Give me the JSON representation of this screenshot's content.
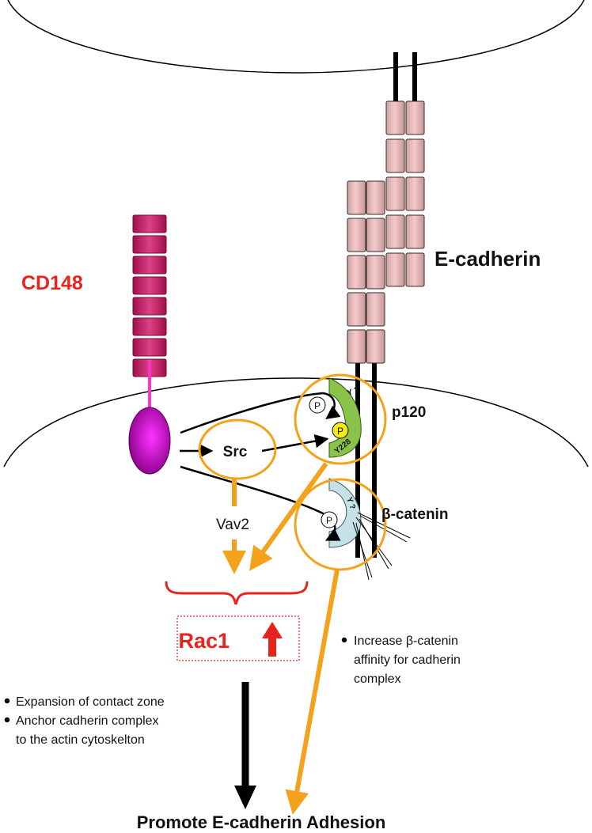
{
  "labels": {
    "cd148": "CD148",
    "ecadherin": "E-cadherin",
    "p120": "p120",
    "beta_catenin": "β-catenin",
    "src": "Src",
    "vav2": "Vav2",
    "rac1": "Rac1",
    "promote": "Promote E-cadherin Adhesion",
    "phospho": "P",
    "y_unknown": "Y ?",
    "y228": "Y228"
  },
  "notes": {
    "expansion": "Expansion of contact zone",
    "anchor_line1": "Anchor cadherin complex",
    "anchor_line2": "to the actin cytoskelton",
    "increase_line1": "Increase β-catenin",
    "increase_line2": "affinity for cadherin",
    "increase_line3": "complex"
  },
  "colors": {
    "cd148": "#c2185b",
    "cd148_tm": "#ff33cc",
    "cd148_body": "#a300a3",
    "red_label": "#e8231b",
    "orange": "#f4a21c",
    "cadherin": "#e7b6b6",
    "p120": "#8bc34a",
    "beta_catenin": "#c5e1e6",
    "phospho_yellow": "#f5ea14"
  }
}
